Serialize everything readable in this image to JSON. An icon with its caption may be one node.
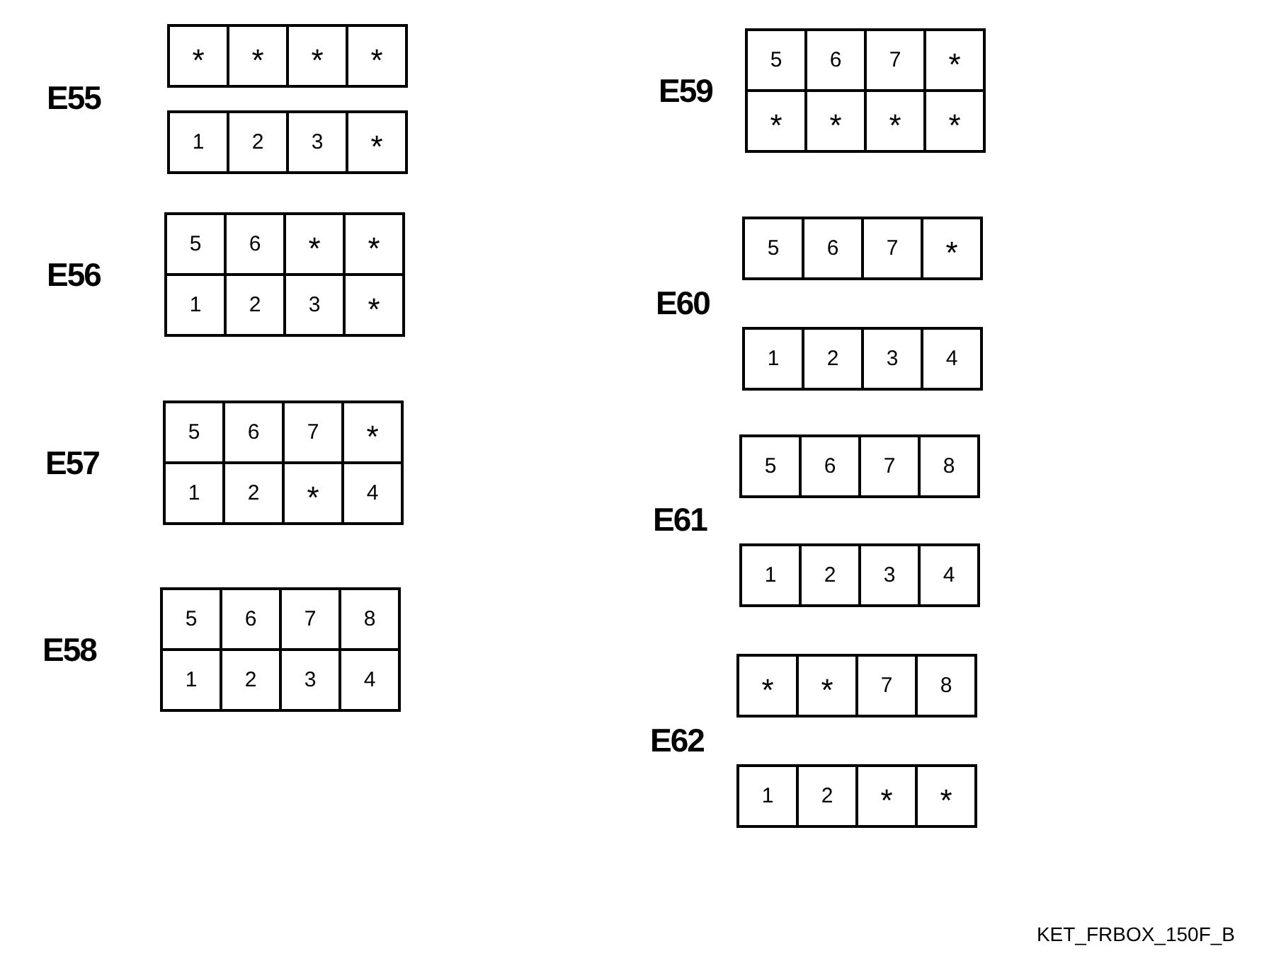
{
  "diagram": {
    "nodes": [
      {
        "text": [
          "E55"
        ]
      },
      {
        "text": [
          "*"
        ],
        "in": 0
      },
      {
        "text": [
          "*"
        ],
        "in": 0
      },
      {
        "text": [
          "*"
        ],
        "in": 0
      },
      {
        "text": [
          "*"
        ],
        "in": 0
      },
      {
        "text": [
          "1"
        ],
        "in": 0
      },
      {
        "text": [
          "2"
        ],
        "in": 0
      },
      {
        "text": [
          "3"
        ],
        "in": 0
      },
      {
        "text": [
          "*"
        ],
        "in": 0
      },
      {
        "text": [
          "E56"
        ]
      },
      {
        "text": [
          "5"
        ],
        "in": 9
      },
      {
        "text": [
          "6"
        ],
        "in": 9
      },
      {
        "text": [
          "*"
        ],
        "in": 9
      },
      {
        "text": [
          "*"
        ],
        "in": 9
      },
      {
        "text": [
          "1"
        ],
        "in": 9
      },
      {
        "text": [
          "2"
        ],
        "in": 9
      },
      {
        "text": [
          "3"
        ],
        "in": 9
      },
      {
        "text": [
          "*"
        ],
        "in": 9
      },
      {
        "text": [
          "E57"
        ]
      },
      {
        "text": [
          "5"
        ],
        "in": 18
      },
      {
        "text": [
          "6"
        ],
        "in": 18
      },
      {
        "text": [
          "7"
        ],
        "in": 18
      },
      {
        "text": [
          "*"
        ],
        "in": 18
      },
      {
        "text": [
          "1"
        ],
        "in": 18
      },
      {
        "text": [
          "2"
        ],
        "in": 18
      },
      {
        "text": [
          "*"
        ],
        "in": 18
      },
      {
        "text": [
          "4"
        ],
        "in": 18
      },
      {
        "text": [
          "E58"
        ]
      },
      {
        "text": [
          "5"
        ],
        "in": 27
      },
      {
        "text": [
          "6"
        ],
        "in": 27
      },
      {
        "text": [
          "7"
        ],
        "in": 27
      },
      {
        "text": [
          "8"
        ],
        "in": 27
      },
      {
        "text": [
          "1"
        ],
        "in": 27
      },
      {
        "text": [
          "2"
        ],
        "in": 27
      },
      {
        "text": [
          "3"
        ],
        "in": 27
      },
      {
        "text": [
          "4"
        ],
        "in": 27
      },
      {
        "text": [
          "E59"
        ]
      },
      {
        "text": [
          "5"
        ],
        "in": 36
      },
      {
        "text": [
          "6"
        ],
        "in": 36
      },
      {
        "text": [
          "7"
        ],
        "in": 36
      },
      {
        "text": [
          "*"
        ],
        "in": 36
      },
      {
        "text": [
          "*"
        ],
        "in": 36
      },
      {
        "text": [
          "*"
        ],
        "in": 36
      },
      {
        "text": [
          "*"
        ],
        "in": 36
      },
      {
        "text": [
          "*"
        ],
        "in": 36
      },
      {
        "text": [
          "E60"
        ]
      },
      {
        "text": [
          "5"
        ],
        "in": 45
      },
      {
        "text": [
          "6"
        ],
        "in": 45
      },
      {
        "text": [
          "7"
        ],
        "in": 45
      },
      {
        "text": [
          "*"
        ],
        "in": 45
      },
      {
        "text": [
          "1"
        ],
        "in": 45
      },
      {
        "text": [
          "2"
        ],
        "in": 45
      },
      {
        "text": [
          "3"
        ],
        "in": 45
      },
      {
        "text": [
          "4"
        ],
        "in": 45
      },
      {
        "text": [
          "E61"
        ]
      },
      {
        "text": [
          "5"
        ],
        "in": 54
      },
      {
        "text": [
          "6"
        ],
        "in": 54
      },
      {
        "text": [
          "7"
        ],
        "in": 54
      },
      {
        "text": [
          "8"
        ],
        "in": 54
      },
      {
        "text": [
          "1"
        ],
        "in": 54
      },
      {
        "text": [
          "2"
        ],
        "in": 54
      },
      {
        "text": [
          "3"
        ],
        "in": 54
      },
      {
        "text": [
          "4"
        ],
        "in": 54
      },
      {
        "text": [
          "E62"
        ]
      },
      {
        "text": [
          "*"
        ],
        "in": 63
      },
      {
        "text": [
          "*"
        ],
        "in": 63
      },
      {
        "text": [
          "7"
        ],
        "in": 63
      },
      {
        "text": [
          "8"
        ],
        "in": 63
      },
      {
        "text": [
          "1"
        ],
        "in": 63
      },
      {
        "text": [
          "2"
        ],
        "in": 63
      },
      {
        "text": [
          "*"
        ],
        "in": 63
      },
      {
        "text": [
          "*"
        ],
        "in": 63
      }
    ],
    "labels": [
      "KET_FRBOX_150F_B"
    ]
  }
}
